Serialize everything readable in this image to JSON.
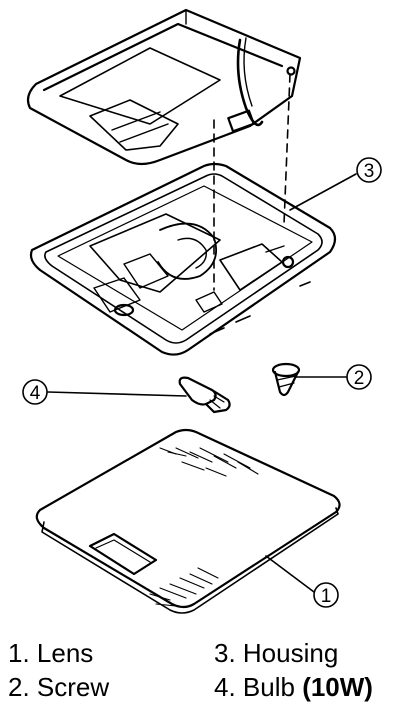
{
  "callouts": [
    "1",
    "2",
    "3",
    "4"
  ],
  "legend": {
    "lens": "1. Lens",
    "screw": "2. Screw",
    "housing": "3. Housing",
    "bulb": "4. Bulb",
    "bulb_spec": "(10W)"
  },
  "colors": {
    "ink": "#000000",
    "paper": "#ffffff"
  }
}
